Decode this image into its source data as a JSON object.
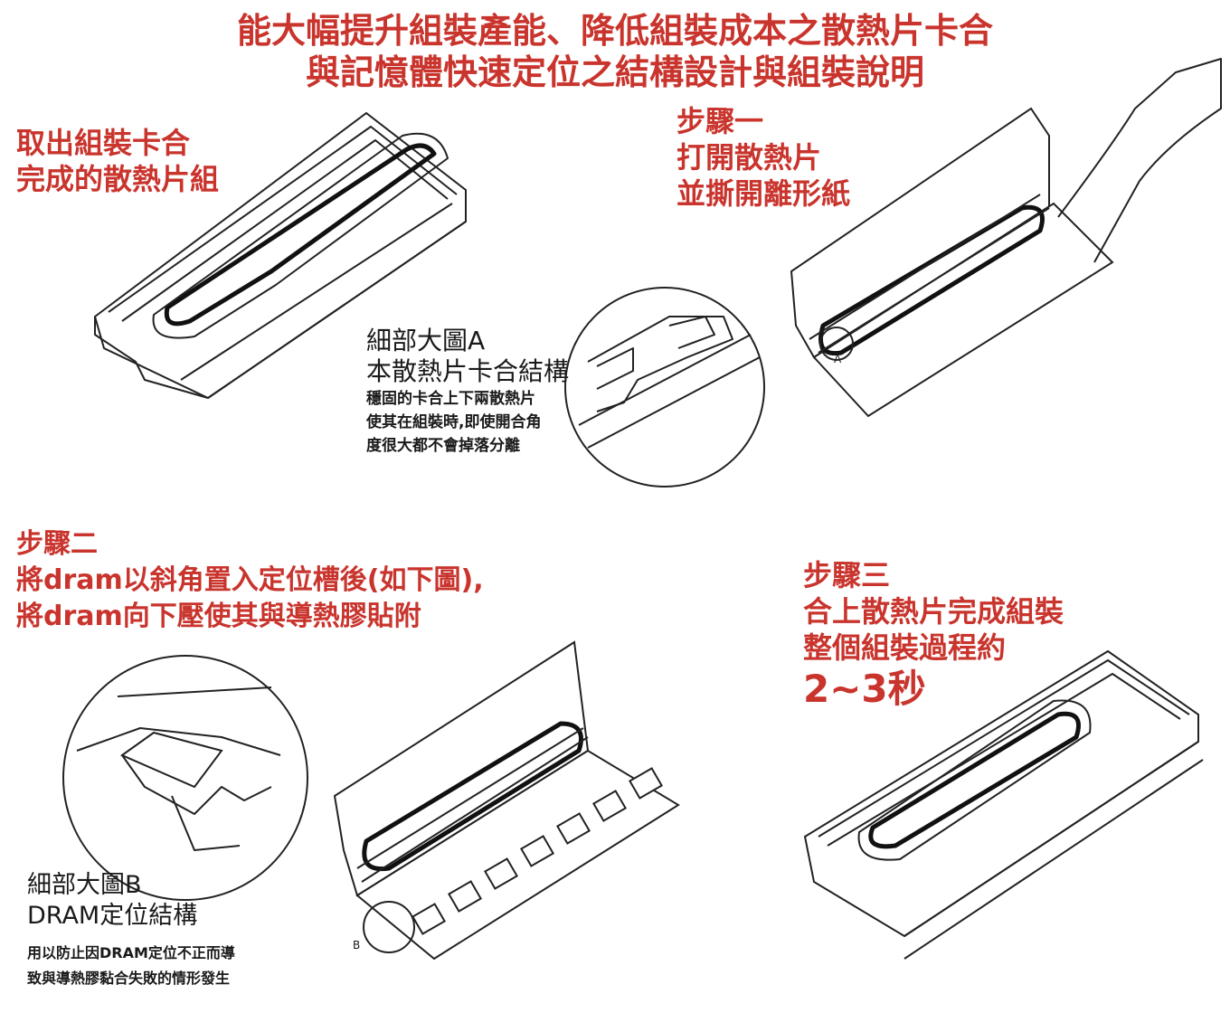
{
  "title": {
    "line1": "能大幅提升組裝產能、降低組裝成本之散熱片卡合",
    "line2": "與記憶體快速定位之結構設計與組裝說明"
  },
  "intro": {
    "line1": "取出組裝卡合",
    "line2": "完成的散熱片組"
  },
  "step1": {
    "heading": "步驟一",
    "line1": "打開散熱片",
    "line2": "並撕開離形紙"
  },
  "detail_a": {
    "title": "細部大圖A",
    "subtitle": "本散熱片卡合結構",
    "desc1": "穩固的卡合上下兩散熱片",
    "desc2": "使其在組裝時,即使開合角",
    "desc3": "度很大都不會掉落分離",
    "marker": "A"
  },
  "step2": {
    "heading": "步驟二",
    "line1": "將dram以斜角置入定位槽後(如下圖),",
    "line2": "將dram向下壓使其與導熱膠貼附"
  },
  "step3": {
    "heading": "步驟三",
    "line1": "合上散熱片完成組裝",
    "line2": "整個組裝過程約",
    "time": "2~3秒"
  },
  "detail_b": {
    "title": "細部大圖B",
    "subtitle": "DRAM定位結構",
    "desc1": "用以防止因DRAM定位不正而導",
    "desc2": "致與導熱膠黏合失敗的情形發生",
    "marker": "B"
  },
  "colors": {
    "accent": "#c9342d",
    "ink": "#1a1a1a"
  }
}
